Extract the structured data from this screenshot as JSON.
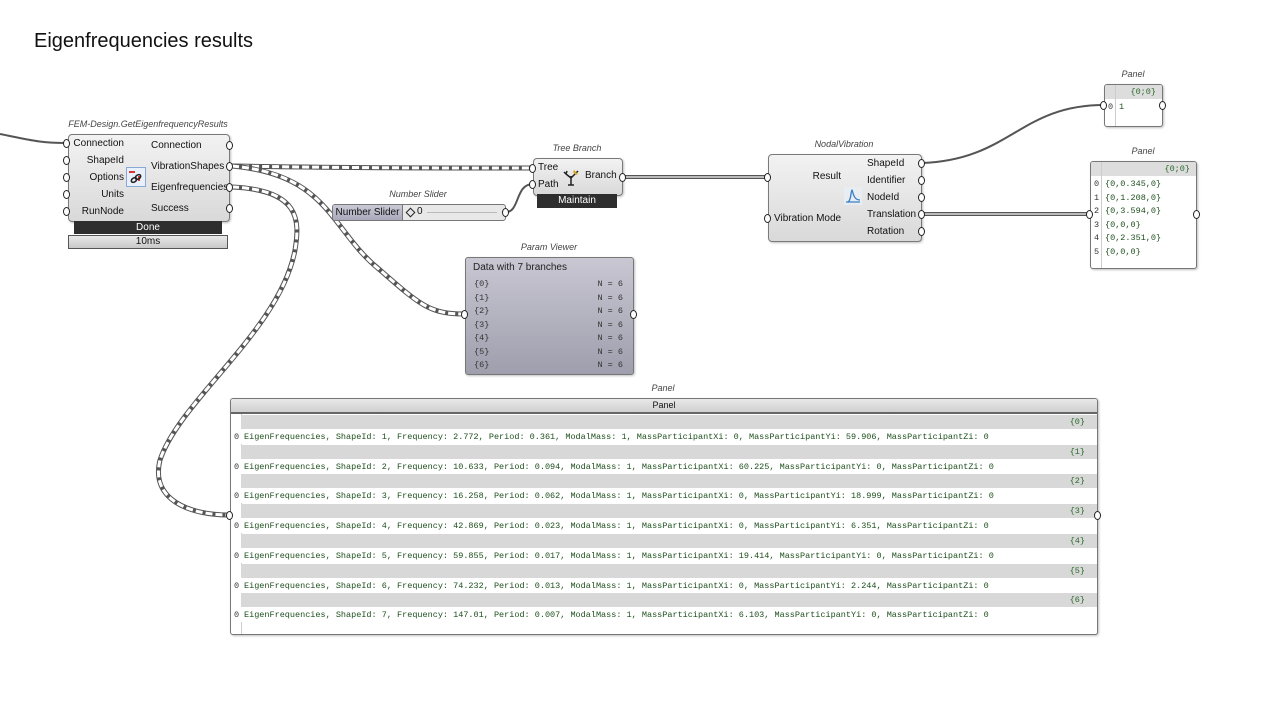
{
  "page": {
    "title": "Eigenfrequencies results"
  },
  "get_results": {
    "caption": "FEM-Design.GetEigenfrequencyResults",
    "inputs": [
      "Connection",
      "ShapeId",
      "Options",
      "Units",
      "RunNode"
    ],
    "outputs": [
      "Connection",
      "VibrationShapes",
      "Eigenfrequencies",
      "Success"
    ],
    "icon": "chain-link-icon",
    "status": "Done",
    "timing": "10ms"
  },
  "tree_branch": {
    "caption": "Tree Branch",
    "inputs": [
      "Tree",
      "Path"
    ],
    "outputs": [
      "Branch"
    ],
    "icon": "tree-icon",
    "status": "Maintain"
  },
  "number_slider": {
    "caption": "Number Slider",
    "label": "Number Slider",
    "value": "0"
  },
  "nodal_vibration": {
    "caption": "NodalVibration",
    "inputs": [
      "Result",
      "Vibration Mode"
    ],
    "outputs": [
      "ShapeId",
      "Identifier",
      "NodeId",
      "Translation",
      "Rotation"
    ],
    "icon": "vibration-curve-icon"
  },
  "panel_shape_id": {
    "caption": "Panel",
    "path": "{0;0}",
    "rows": [
      {
        "index": "0",
        "value": "1"
      }
    ]
  },
  "panel_translation": {
    "caption": "Panel",
    "path": "{0;0}",
    "rows": [
      {
        "index": "0",
        "value": "{0,0.345,0}"
      },
      {
        "index": "1",
        "value": "{0,1.208,0}"
      },
      {
        "index": "2",
        "value": "{0,3.594,0}"
      },
      {
        "index": "3",
        "value": "{0,0,0}"
      },
      {
        "index": "4",
        "value": "{0,2.351,0}"
      },
      {
        "index": "5",
        "value": "{0,0,0}"
      }
    ]
  },
  "param_viewer": {
    "caption": "Param Viewer",
    "header": "Data with 7 branches",
    "branches": [
      {
        "path": "{0}",
        "count": "N = 6"
      },
      {
        "path": "{1}",
        "count": "N = 6"
      },
      {
        "path": "{2}",
        "count": "N = 6"
      },
      {
        "path": "{3}",
        "count": "N = 6"
      },
      {
        "path": "{4}",
        "count": "N = 6"
      },
      {
        "path": "{5}",
        "count": "N = 6"
      },
      {
        "path": "{6}",
        "count": "N = 6"
      }
    ]
  },
  "panel_eigen": {
    "caption": "Panel",
    "header": "Panel",
    "branches": [
      {
        "path": "{0}",
        "index": "0",
        "text": "EigenFrequencies, ShapeId: 1, Frequency: 2.772, Period: 0.361, ModalMass: 1, MassParticipantXi: 0, MassParticipantYi: 59.906, MassParticipantZi: 0"
      },
      {
        "path": "{1}",
        "index": "0",
        "text": "EigenFrequencies, ShapeId: 2, Frequency: 10.633, Period: 0.094, ModalMass: 1, MassParticipantXi: 60.225, MassParticipantYi: 0, MassParticipantZi: 0"
      },
      {
        "path": "{2}",
        "index": "0",
        "text": "EigenFrequencies, ShapeId: 3, Frequency: 16.258, Period: 0.062, ModalMass: 1, MassParticipantXi: 0, MassParticipantYi: 18.999, MassParticipantZi: 0"
      },
      {
        "path": "{3}",
        "index": "0",
        "text": "EigenFrequencies, ShapeId: 4, Frequency: 42.869, Period: 0.023, ModalMass: 1, MassParticipantXi: 0, MassParticipantYi: 6.351, MassParticipantZi: 0"
      },
      {
        "path": "{4}",
        "index": "0",
        "text": "EigenFrequencies, ShapeId: 5, Frequency: 59.855, Period: 0.017, ModalMass: 1, MassParticipantXi: 19.414, MassParticipantYi: 0, MassParticipantZi: 0"
      },
      {
        "path": "{5}",
        "index": "0",
        "text": "EigenFrequencies, ShapeId: 6, Frequency: 74.232, Period: 0.013, ModalMass: 1, MassParticipantXi: 0, MassParticipantYi: 2.244, MassParticipantZi: 0"
      },
      {
        "path": "{6}",
        "index": "0",
        "text": "EigenFrequencies, ShapeId: 7, Frequency: 147.01, Period: 0.007, ModalMass: 1, MassParticipantXi: 6.103, MassParticipantYi: 0, MassParticipantZi: 0"
      }
    ]
  }
}
